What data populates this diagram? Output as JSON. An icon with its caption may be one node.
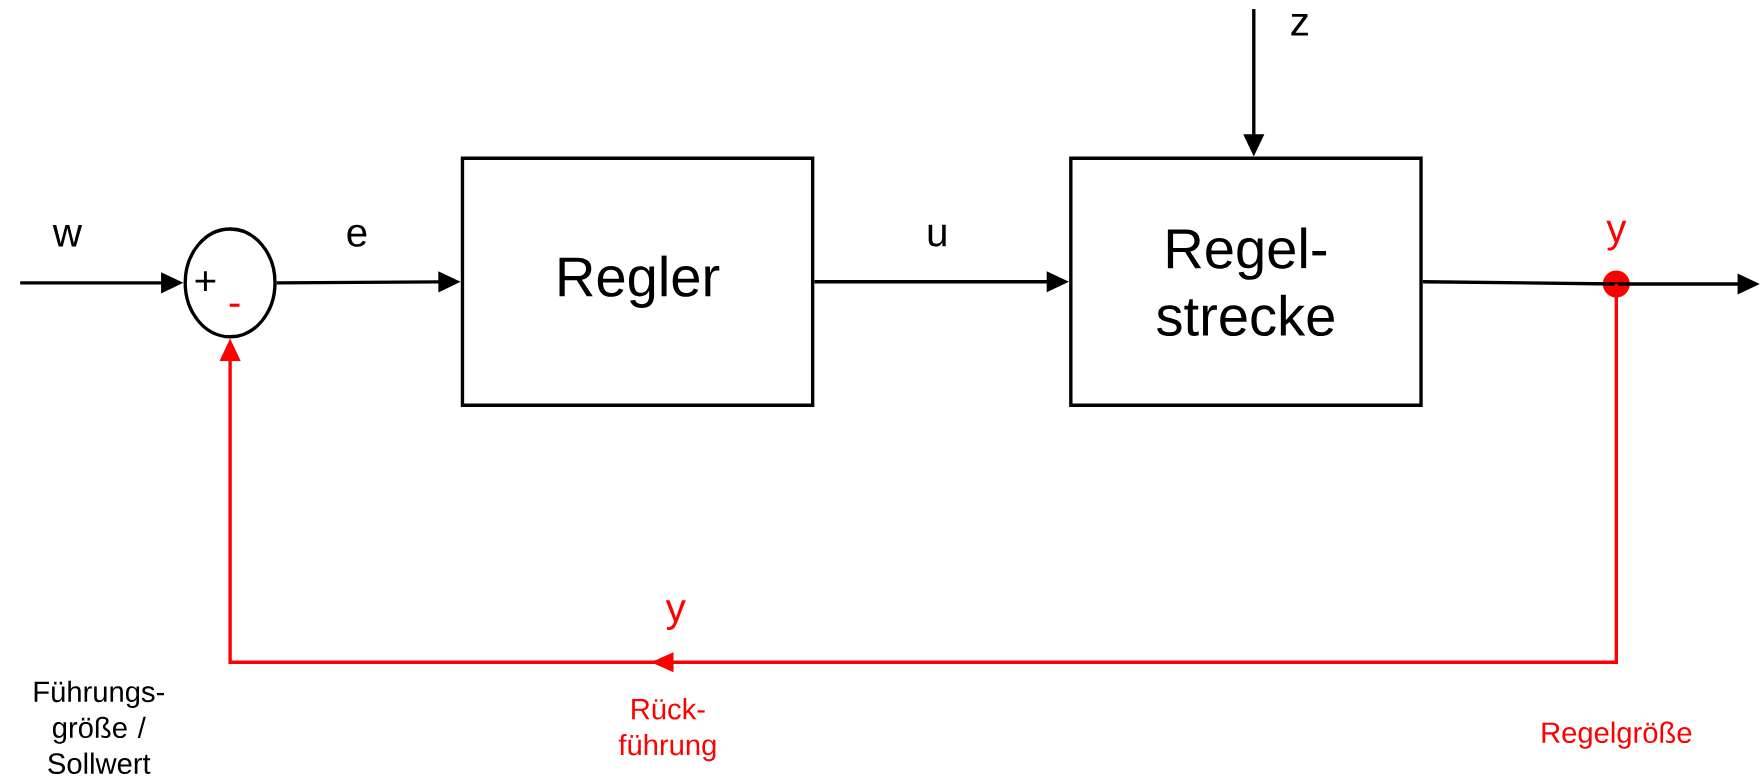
{
  "diagram": {
    "nodes": [
      {
        "text": [
          "+",
          "-"
        ]
      },
      {
        "text": [
          "Regler"
        ]
      },
      {
        "text": [
          "Regel- strecke"
        ]
      },
      {
        "text": [],
        "shape": "circle"
      }
    ],
    "edges": [
      {
        "from": null,
        "to": 0,
        "arrow": "to",
        "label": "w"
      },
      {
        "from": 0,
        "to": 1,
        "arrow": "to",
        "label": "e"
      },
      {
        "from": 1,
        "to": 2,
        "arrow": "to",
        "label": "u"
      },
      {
        "from": null,
        "to": 2,
        "arrow": "to",
        "label": "z"
      },
      {
        "from": 2,
        "to": 3,
        "arrow": "none"
      },
      {
        "from": 3,
        "to": null,
        "arrow": "to"
      },
      {
        "from": 3,
        "to": 0,
        "arrow": "to",
        "label": "y",
        "color": "#ff0000"
      }
    ],
    "labels": [
      "y",
      "Führungs- größe / Sollwert",
      "Rück- führung",
      "Regelgröße"
    ]
  }
}
